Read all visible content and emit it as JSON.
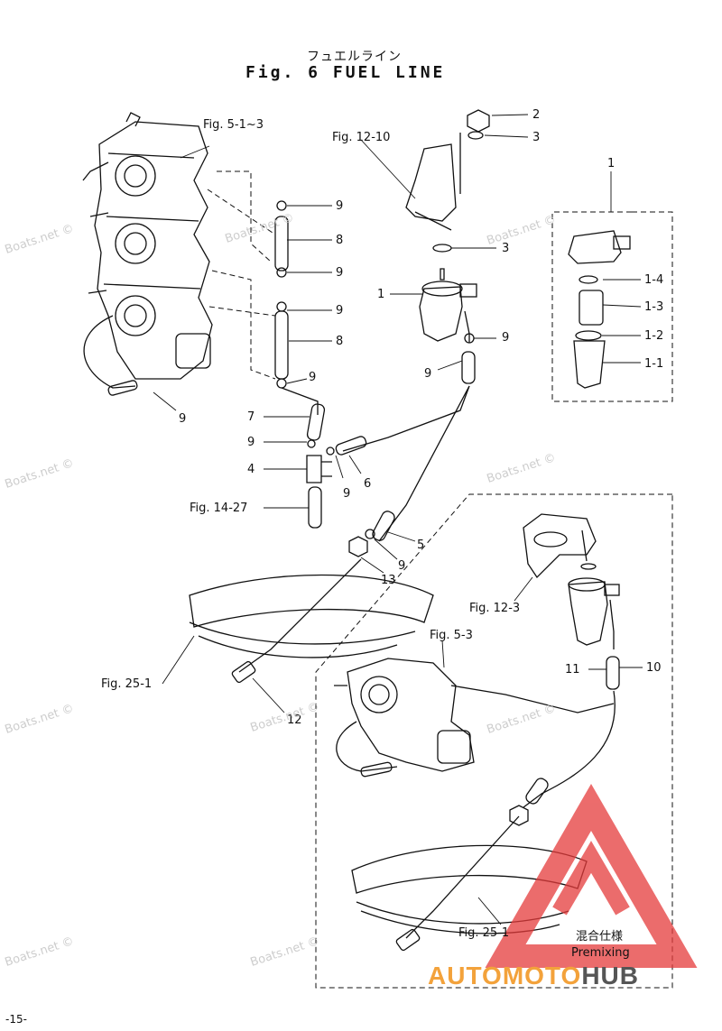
{
  "title_jp": "フュエルライン",
  "title": "Fig. 6  FUEL  LINE",
  "callouts": {
    "c2": "2",
    "c3a": "3",
    "c1group": "1",
    "c3b": "3",
    "c1": "1",
    "c1_4": "1-4",
    "c1_3": "1-3",
    "c1_2": "1-2",
    "c1_1": "1-1",
    "c9_1": "9",
    "c8_1": "8",
    "c9_2": "9",
    "c9_3": "9",
    "c8_2": "8",
    "c9_4": "9",
    "c9_5": "9",
    "c9_right": "9",
    "c9_r2": "9",
    "c7": "7",
    "c9_6": "9",
    "c4": "4",
    "c9_7": "9",
    "c6": "6",
    "c5": "5",
    "c9_8": "9",
    "c13": "13",
    "c12": "12",
    "c11": "11",
    "c10": "10"
  },
  "refs": {
    "fig5_1_3": "Fig. 5-1~3",
    "fig12_10": "Fig. 12-10",
    "fig14_27": "Fig. 14-27",
    "fig25_1a": "Fig. 25-1",
    "fig12_3": "Fig. 12-3",
    "fig5_3": "Fig. 5-3",
    "fig25_1b": "Fig. 25-1"
  },
  "premix": {
    "jp": "混合仕様",
    "en": "Premixing"
  },
  "watermark": "Boats.net ©",
  "logo": {
    "part1": "AUTOMOTO",
    "part2": "HUB",
    "color_accent": "#f3a23b",
    "color_red": "#e53b3b"
  },
  "page_number": "-15-"
}
